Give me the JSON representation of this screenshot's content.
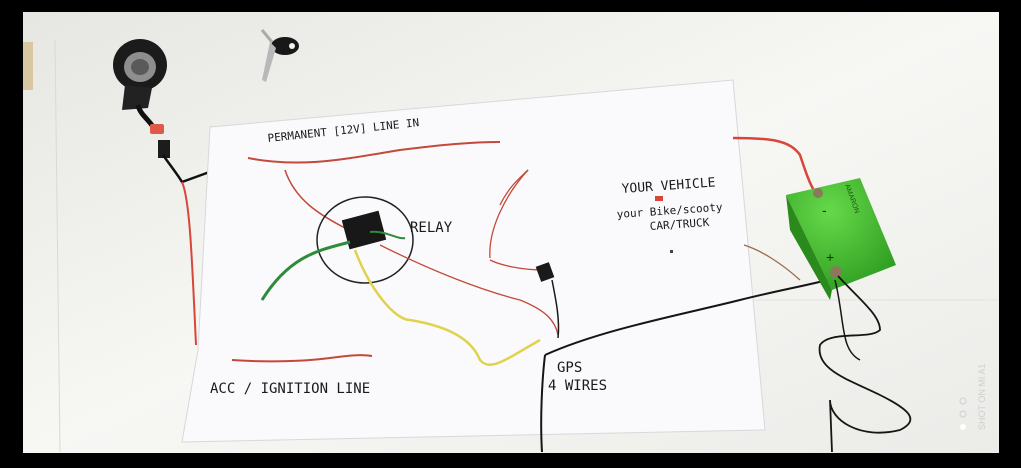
{
  "board": {
    "label_permanent": "PERMANENT [12V] LINE IN",
    "label_relay": "RELAY",
    "label_vehicle": "YOUR VEHICLE",
    "label_vehicle_sub1": "your Bike/scooty",
    "label_vehicle_sub2": "CAR/TRUCK",
    "label_gps": "GPS",
    "label_gps_wires": "4 WIRES",
    "label_acc": "ACC / IGNITION LINE"
  },
  "battery": {
    "brand": "AMARON",
    "plus": "+",
    "minus": "-"
  },
  "watermark": {
    "text": "SHOT ON MI A1"
  },
  "colors": {
    "desk": "#f2f2ef",
    "board": "#fbfbfd",
    "battery": "#3fbf2a",
    "wire_red": "#d8463a",
    "wire_green": "#2f8a3c",
    "wire_yellow": "#e0d24a",
    "wire_black": "#151515"
  }
}
